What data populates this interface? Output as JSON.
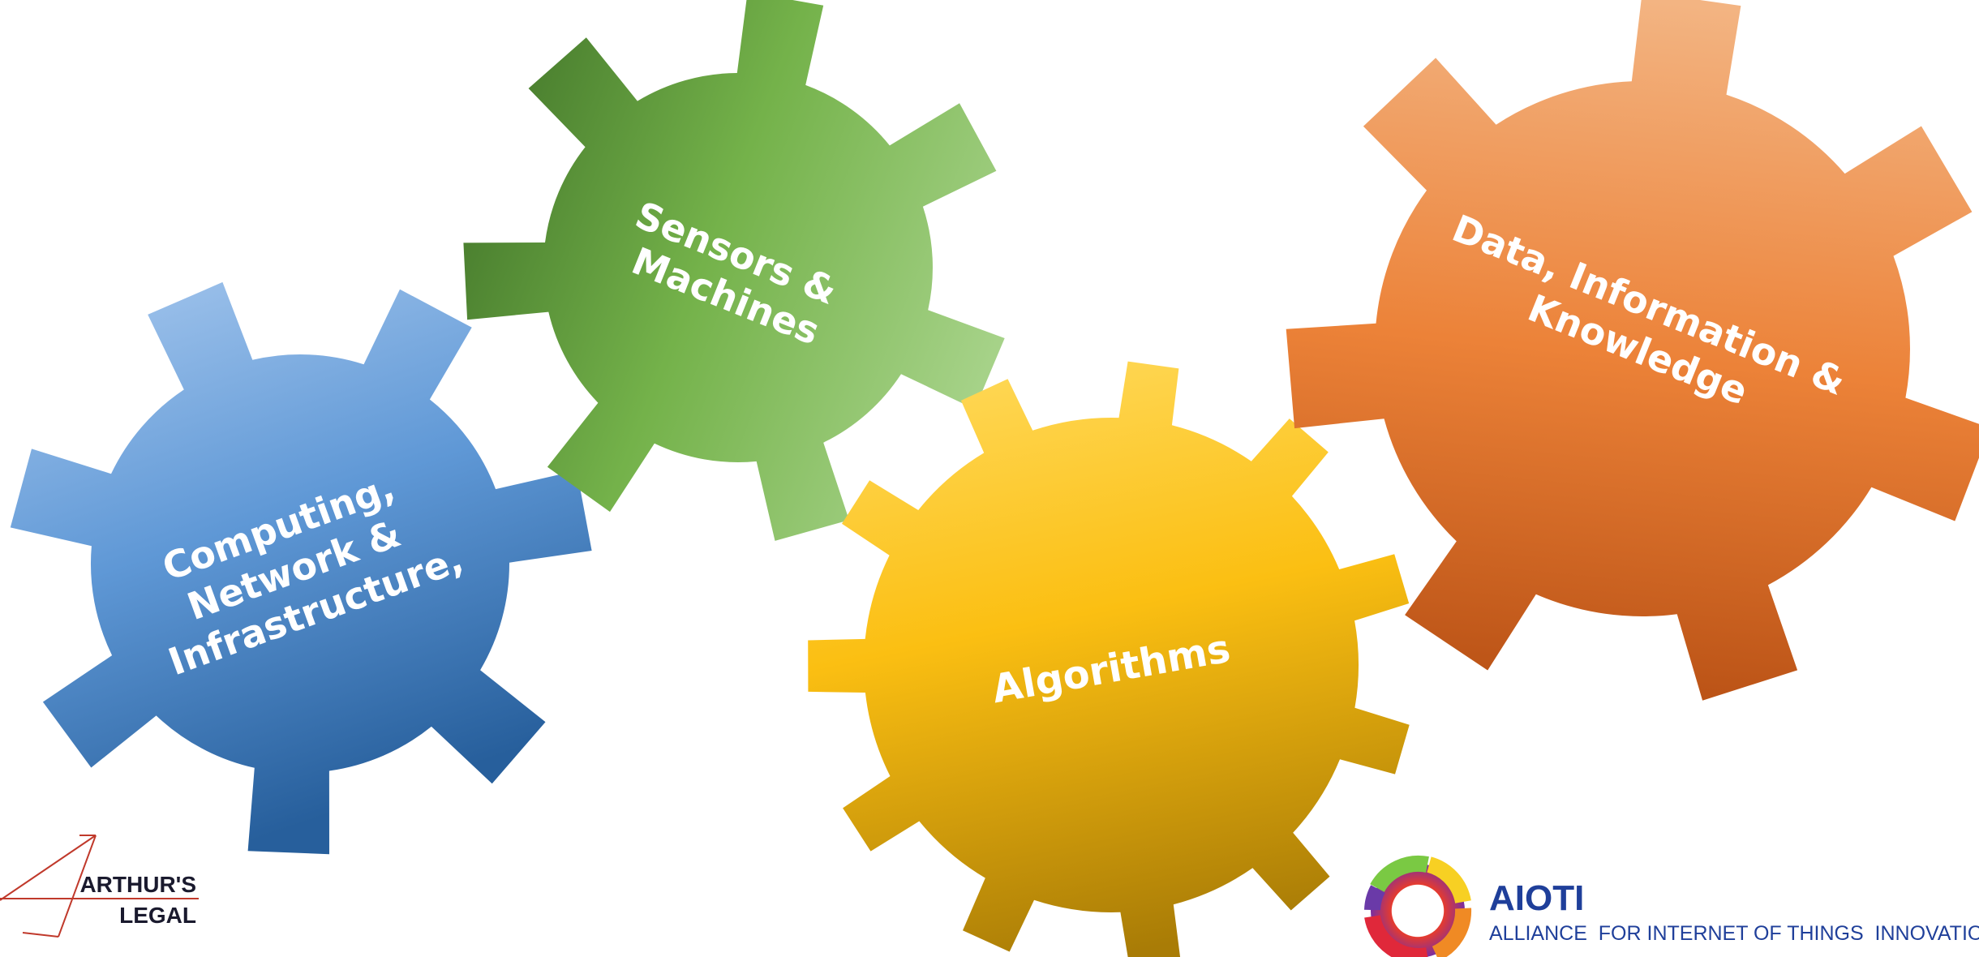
{
  "gears": [
    {
      "id": "computing",
      "lines": [
        "Computing,",
        "Network &",
        "Infrastructure,"
      ],
      "color_light": "#a7c8ee",
      "color_mid": "#5f98d6",
      "color_dark": "#275f9c"
    },
    {
      "id": "sensors",
      "lines": [
        "Sensors &",
        "Machines"
      ],
      "color_light": "#a9d48c",
      "color_mid": "#74b24a",
      "color_dark": "#467a2c"
    },
    {
      "id": "algorithms",
      "lines": [
        "Algorithms"
      ],
      "color_light": "#ffd95a",
      "color_mid": "#fbbf12",
      "color_dark": "#a97c06"
    },
    {
      "id": "data",
      "lines": [
        "Data, Information &",
        "Knowledge"
      ],
      "color_light": "#f3b482",
      "color_mid": "#ec8238",
      "color_dark": "#b85014"
    }
  ],
  "logos": {
    "arthurs_legal": {
      "line1": "ARTHUR'S",
      "line2": "LEGAL",
      "accent": "#c0392b"
    },
    "aioti": {
      "title": "AIOTI",
      "subtitle": "ALLIANCE  FOR INTERNET OF THINGS  INNOVATION",
      "color": "#1f3f9a"
    }
  }
}
